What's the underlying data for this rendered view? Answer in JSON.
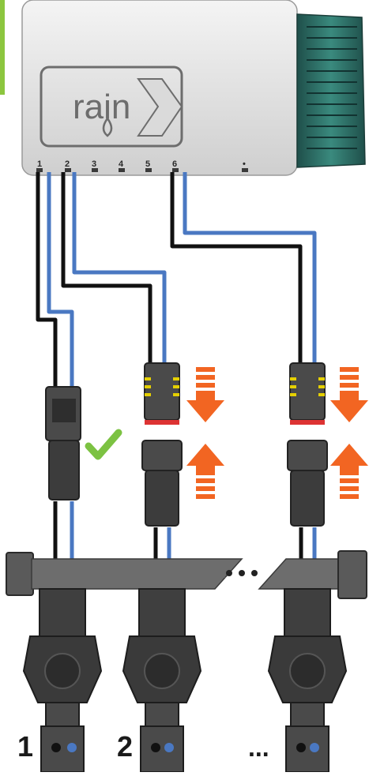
{
  "controller": {
    "brand": "rain",
    "terminals": [
      "1",
      "2",
      "3",
      "4",
      "5",
      "6",
      "•"
    ]
  },
  "zones": {
    "label_1": "1",
    "label_2": "2",
    "label_more": "...",
    "manifold_gap": "• • •"
  },
  "colors": {
    "accent_green": "#8cc63f",
    "arrow_orange": "#f26522",
    "check_green": "#7cc242",
    "wire_blue": "#4a78c2",
    "wire_black": "#111111",
    "dial_teal": "#2f6f66",
    "body_grey": "#d9d9d9",
    "pipe_grey": "#6d6d6d"
  }
}
